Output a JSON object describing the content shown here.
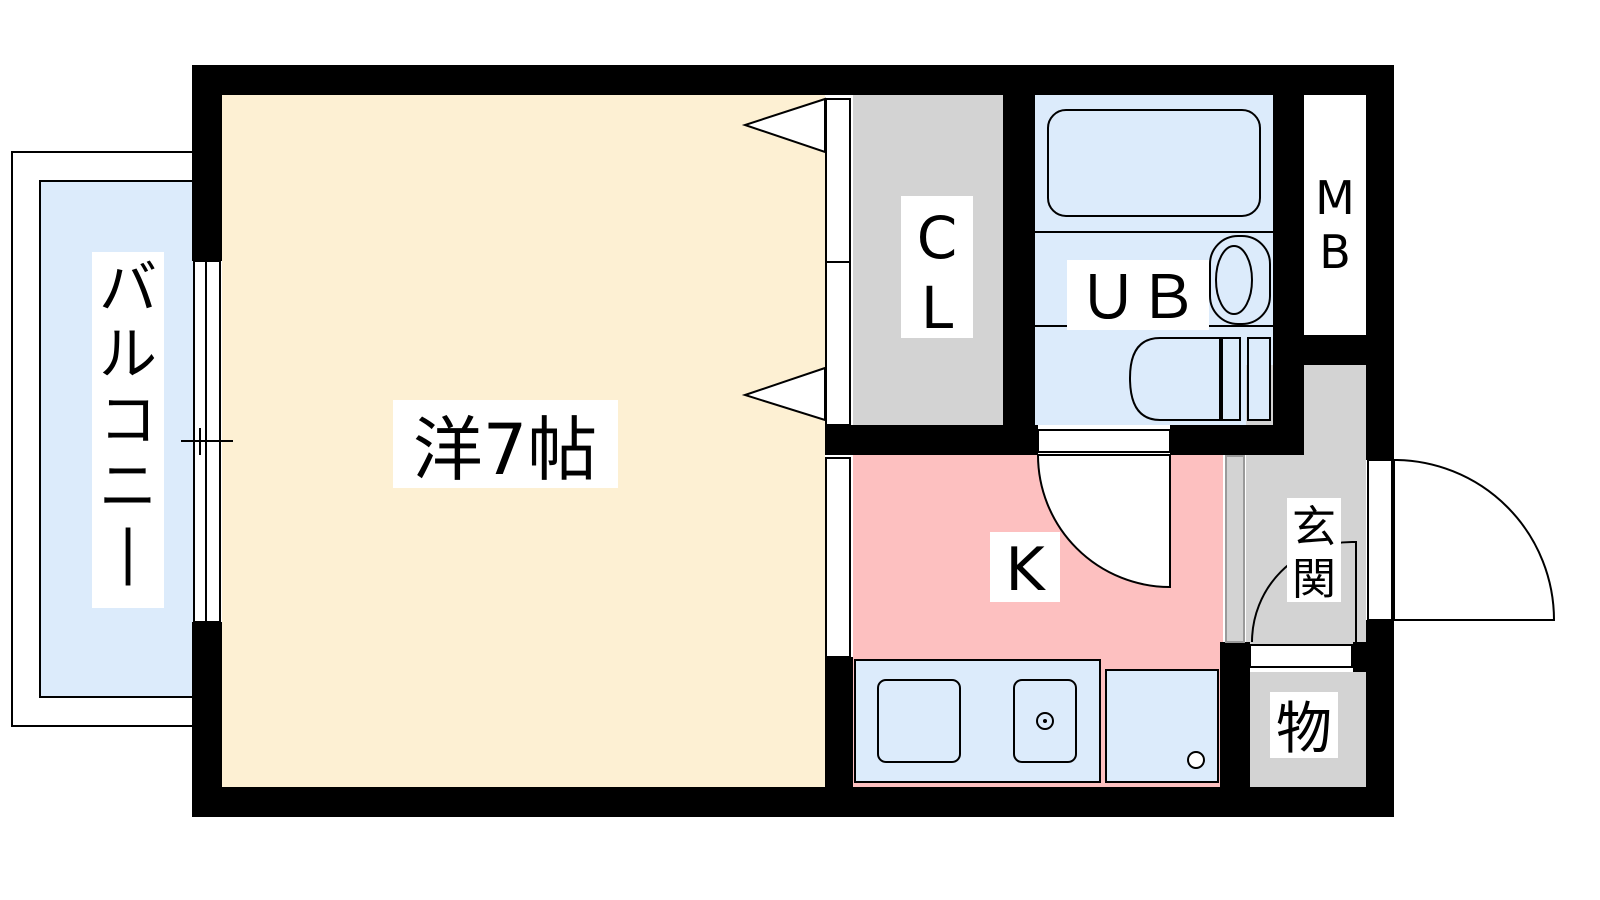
{
  "floor_plan": {
    "rooms": {
      "western_room": {
        "label": "洋7帖",
        "color": "#fdf0d3"
      },
      "balcony": {
        "label": "バルコニー",
        "color": "#dcebfb"
      },
      "closet": {
        "label_lines": [
          "C",
          "L"
        ],
        "color": "#d3d3d3"
      },
      "unit_bath": {
        "label": "ＵＢ",
        "color": "#dcebfb"
      },
      "meter_box": {
        "label_lines": [
          "M",
          "B"
        ],
        "color": "#ffffff"
      },
      "kitchen": {
        "label": "K",
        "color": "#fdc0c0"
      },
      "entrance": {
        "label_lines": [
          "玄",
          "関"
        ],
        "color": "#d3d3d3"
      },
      "storage": {
        "label": "物",
        "color": "#d3d3d3"
      }
    },
    "colors": {
      "wall": "#000000",
      "fixture": "#dcebfb"
    }
  }
}
